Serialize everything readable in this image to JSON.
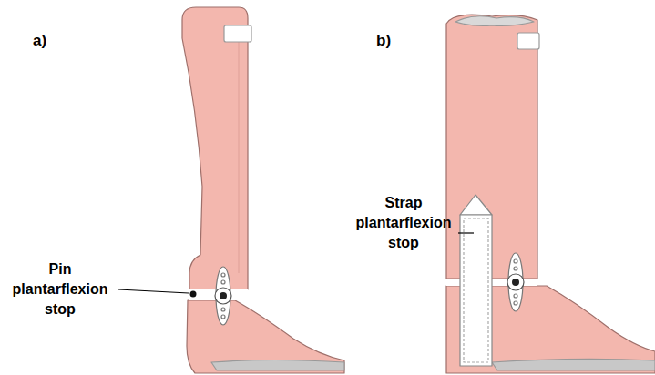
{
  "diagram": {
    "labels": [
      "a)",
      "b)",
      "Pin plantarflexion stop",
      "Strap plantarflexion stop"
    ]
  }
}
